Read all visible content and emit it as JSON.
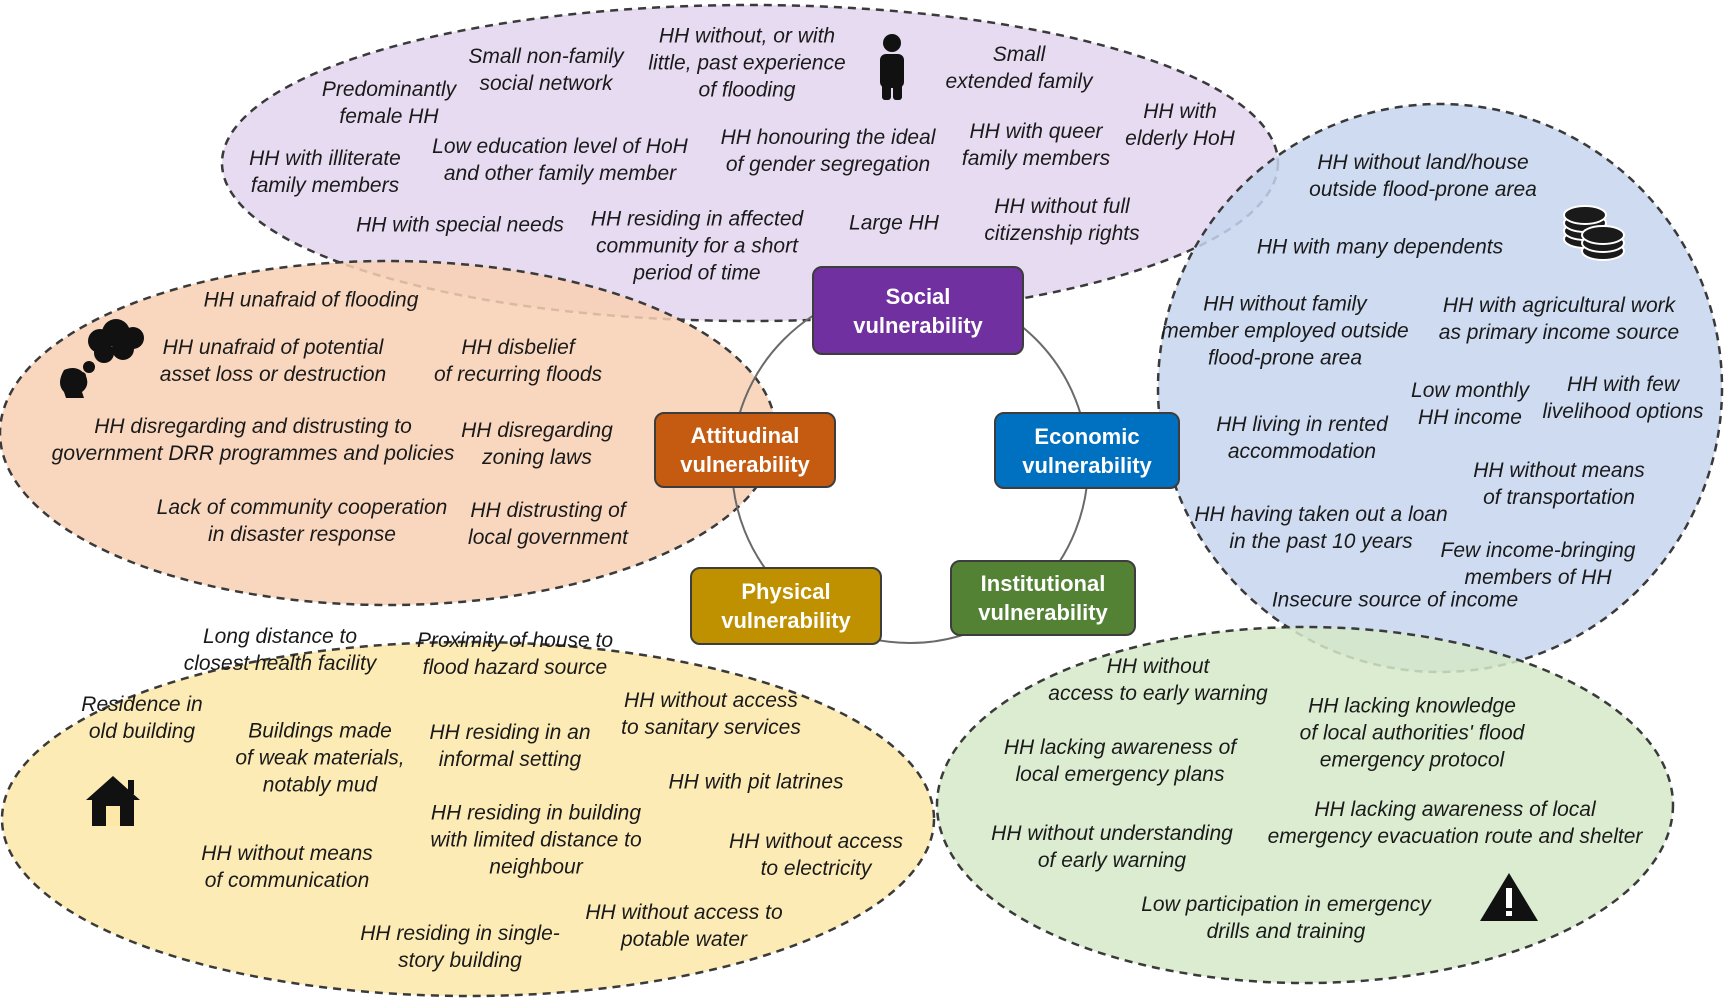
{
  "colors": {
    "social": "#7030a0",
    "economic": "#0070c0",
    "institutional": "#548235",
    "physical": "#bf9000",
    "attitudinal": "#c55a11",
    "social_fill": "#e4d7ef",
    "economic_fill": "#c5d5ee",
    "institutional_fill": "#d5e9c8",
    "physical_fill": "#fde8a8",
    "attitudinal_fill": "#f8d0b4"
  },
  "icons": {
    "social": "person-icon",
    "economic": "coins-icon",
    "attitudinal": "thought-bubble-icon",
    "physical": "house-icon",
    "institutional": "warning-icon"
  },
  "categories": {
    "social": "Social\nvulnerability",
    "economic": "Economic\nvulnerability",
    "institutional": "Institutional\nvulnerability",
    "physical": "Physical\nvulnerability",
    "attitudinal": "Attitudinal\nvulnerability"
  },
  "social_items": [
    "Small non-family\nsocial network",
    "HH without, or with\nlittle, past experience\nof flooding",
    "Small\nextended family",
    "Predominantly\nfemale HH",
    "HH with\nelderly HoH",
    "HH with illiterate\nfamily members",
    "Low education level of HoH\nand other family member",
    "HH honouring the ideal\nof gender segregation",
    "HH with queer\nfamily members",
    "HH with special needs",
    "HH residing in affected\ncommunity for a short\nperiod of time",
    "Large HH",
    "HH without full\ncitizenship rights"
  ],
  "economic_items": [
    "HH without land/house\noutside flood-prone area",
    "HH with many dependents",
    "HH without family\nmember employed outside\nflood-prone area",
    "HH with agricultural work\nas primary income source",
    "Low monthly\nHH income",
    "HH with few\nlivelihood options",
    "HH living in rented\naccommodation",
    "HH without means\nof transportation",
    "HH having taken out a loan\nin the past 10 years",
    "Few income-bringing\nmembers of HH",
    "Insecure source of income"
  ],
  "attitudinal_items": [
    "HH unafraid of flooding",
    "HH unafraid of potential\nasset loss or destruction",
    "HH disbelief\nof recurring floods",
    "HH disregarding and distrusting to\ngovernment DRR programmes and policies",
    "HH disregarding\nzoning laws",
    "Lack of community cooperation\nin disaster response",
    "HH distrusting of\nlocal government"
  ],
  "physical_items": [
    "Long distance to\nclosest health facility",
    "Proximity of house to\nflood hazard source",
    "Residence in\nold building",
    "HH without access\nto sanitary services",
    "Buildings made\nof weak materials,\nnotably mud",
    "HH residing in an\ninformal setting",
    "HH with pit latrines",
    "HH residing in building\nwith limited distance to\nneighbour",
    "HH without means\nof communication",
    "HH without access\nto electricity",
    "HH without access to\npotable water",
    "HH residing in single-\nstory building"
  ],
  "institutional_items": [
    "HH without\naccess to early warning",
    "HH lacking knowledge\nof local authorities' flood\nemergency protocol",
    "HH lacking awareness of\nlocal emergency plans",
    "HH without understanding\nof early warning",
    "HH lacking awareness of local\nemergency evacuation route and shelter",
    "Low participation in emergency\ndrills and training"
  ]
}
